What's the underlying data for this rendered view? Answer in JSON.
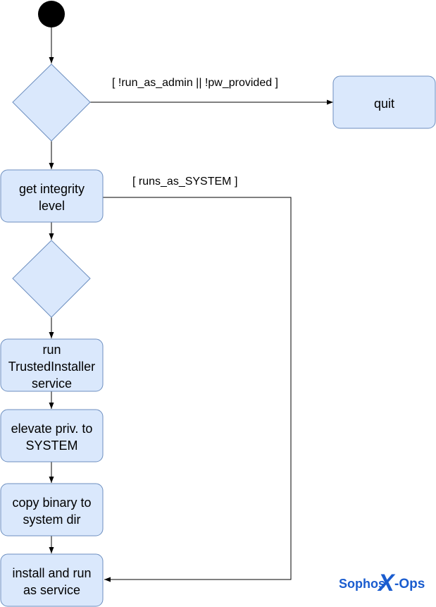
{
  "colors": {
    "node_fill": "#dae8fc",
    "node_stroke": "#6c8ebf",
    "start_fill": "#000000",
    "edge": "#000000",
    "logo": "#1a5ccf"
  },
  "nodes": {
    "quit": [
      "quit"
    ],
    "get_integrity_level": [
      "get integrity",
      "level"
    ],
    "run_trusted_installer": [
      "run",
      "TrustedInstaller",
      "service"
    ],
    "elevate_priv": [
      "elevate priv. to",
      "SYSTEM"
    ],
    "copy_binary": [
      "copy binary to",
      "system dir"
    ],
    "install_and_run": [
      "install and run",
      "as service"
    ]
  },
  "guards": {
    "admin_check": "[ !run_as_admin || !pw_provided ]",
    "system_check": "[ runs_as_SYSTEM ]"
  },
  "logo": {
    "part1": "Sophos",
    "part2": "X",
    "part3": "-Ops"
  }
}
